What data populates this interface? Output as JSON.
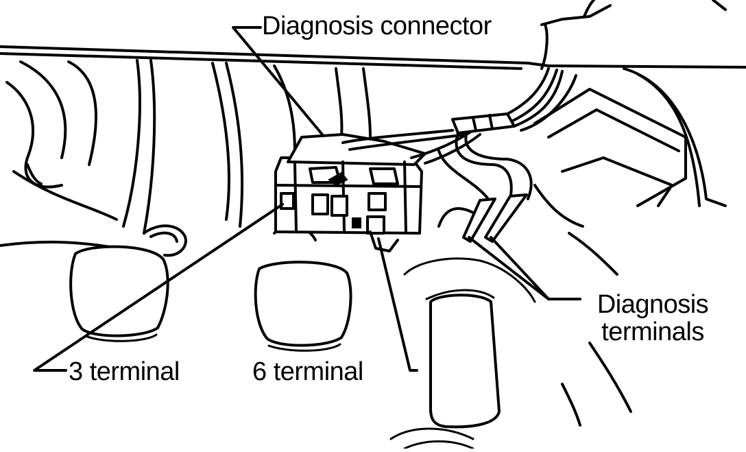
{
  "labels": {
    "diagnosis_connector": "Diagnosis connector",
    "three_terminal": "3 terminal",
    "six_terminal": "6 terminal",
    "diagnosis_terminals_line1": "Diagnosis",
    "diagnosis_terminals_line2": "terminals"
  },
  "colors": {
    "ink": "#000000",
    "paper": "#ffffff"
  }
}
